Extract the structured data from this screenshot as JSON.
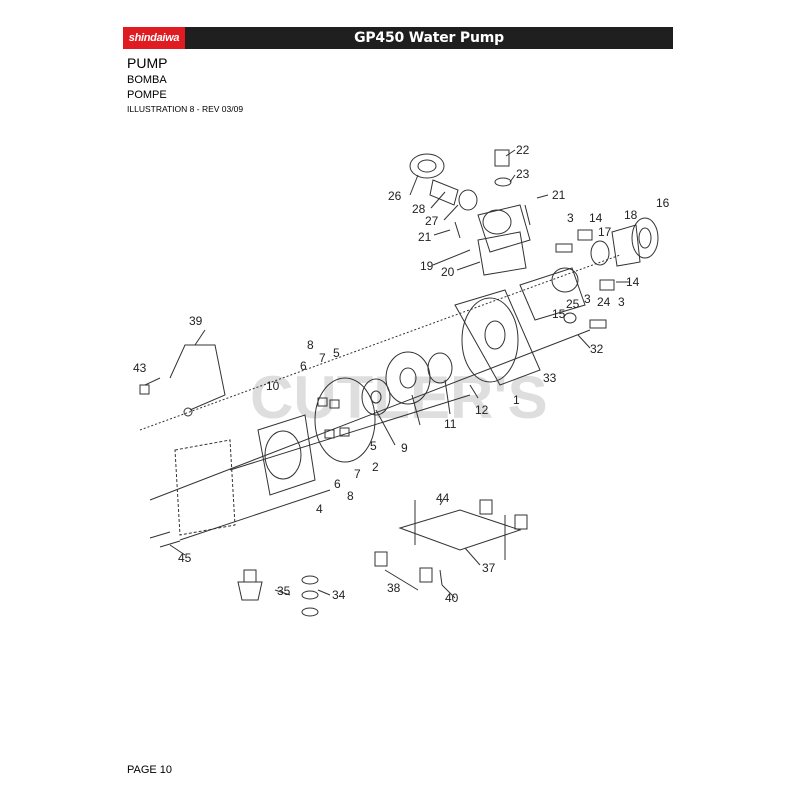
{
  "header": {
    "brand": "shindaiwa",
    "title": "GP450 Water Pump",
    "brand_color": "#e01b22",
    "bar_color": "#1f1f1f"
  },
  "titles": {
    "en": "PUMP",
    "es": "BOMBA",
    "fr": "POMPE",
    "illustration": "ILLUSTRATION 8 - REV 03/09"
  },
  "watermark": "CUTLER'S",
  "callouts": [
    "22",
    "23",
    "21",
    "26",
    "28",
    "27",
    "21",
    "19",
    "20",
    "3",
    "14",
    "17",
    "18",
    "16",
    "14",
    "24",
    "3",
    "25",
    "15",
    "3",
    "32",
    "33",
    "1",
    "12",
    "11",
    "9",
    "5",
    "7",
    "8",
    "6",
    "10",
    "39",
    "43",
    "2",
    "5",
    "8",
    "6",
    "7",
    "4",
    "44",
    "45",
    "37",
    "38",
    "40",
    "35",
    "34"
  ],
  "footer": {
    "page": "PAGE 10"
  }
}
